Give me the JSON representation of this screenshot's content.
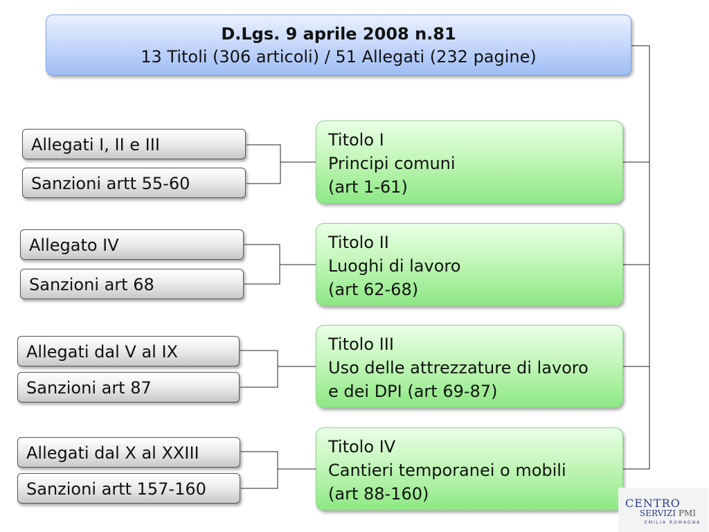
{
  "header": {
    "title": "D.Lgs. 9 aprile 2008 n.81",
    "subtitle": "13 Titoli (306 articoli) / 51 Allegati (232 pagine)"
  },
  "titoli": [
    {
      "line1": "Titolo I",
      "line2": "Principi comuni",
      "line3": "(art 1-61)"
    },
    {
      "line1": "Titolo II",
      "line2": "Luoghi di lavoro",
      "line3": "(art 62-68)"
    },
    {
      "line1": "Titolo III",
      "line2": "Uso delle attrezzature di lavoro",
      "line3": "e dei DPI (art 69-87)"
    },
    {
      "line1": "Titolo IV",
      "line2": "Cantieri temporanei o mobili",
      "line3": "(art 88-160)"
    }
  ],
  "allegati": [
    {
      "allegato": "Allegati I, II e III",
      "sanzioni": "Sanzioni artt 55-60"
    },
    {
      "allegato": "Allegato IV",
      "sanzioni": "Sanzioni art 68"
    },
    {
      "allegato": "Allegati dal V al IX",
      "sanzioni": "Sanzioni art 87"
    },
    {
      "allegato": "Allegati dal X al XXIII",
      "sanzioni": "Sanzioni artt 157-160"
    }
  ],
  "logo": {
    "line1": "CENTRO",
    "line2": "SERVIZI",
    "line2b": "PMI",
    "line3": "EMILIA ROMAGNA"
  }
}
